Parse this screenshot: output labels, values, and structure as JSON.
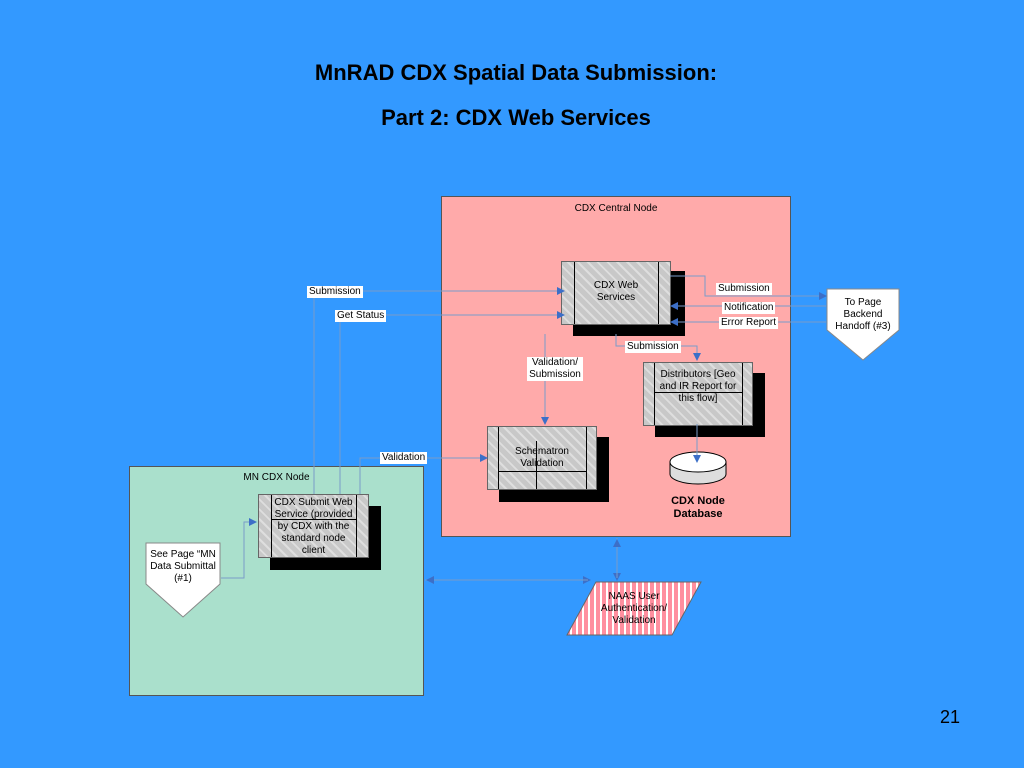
{
  "title": {
    "line1": "MnRAD CDX Spatial Data Submission:",
    "line2": "Part 2: CDX Web Services"
  },
  "page_number": "21",
  "colors": {
    "background": "#3399ff",
    "central_node": "#ffaaaa",
    "mn_node": "#aae0cc"
  },
  "containers": {
    "central": "CDX Central Node",
    "mn": "MN CDX Node"
  },
  "processes": {
    "web_services": "CDX Web Services",
    "distributors": "Distributors [Geo and IR Report for this flow]",
    "schematron": "Schematron Validation",
    "submit_service": "CDX Submit Web Service (provided by CDX with the standard node client"
  },
  "database": {
    "label_line1": "CDX Node",
    "label_line2": "Database"
  },
  "offpage": {
    "backend": "To Page Backend Handoff (#3)",
    "mn_submittal": "See Page “MN Data Submittal (#1)"
  },
  "naas": "NAAS User Authentication/ Validation",
  "flow_labels": {
    "submission_left": "Submission",
    "get_status": "Get Status",
    "submission_right": "Submission",
    "notification": "Notification",
    "error_report": "Error Report",
    "submission_mid": "Submission",
    "validation_submission": "Validation/ Submission",
    "validation": "Validation"
  }
}
